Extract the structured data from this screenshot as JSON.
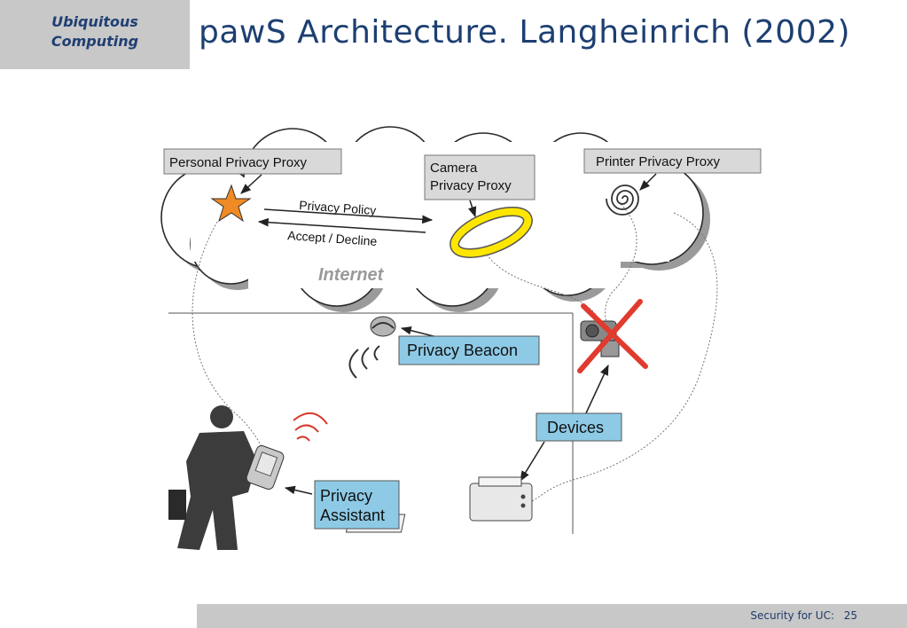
{
  "header": {
    "section_line1": "Ubiquitous",
    "section_line2": "Computing",
    "title": "pawS Architecture. Langheinrich (2002)"
  },
  "diagram": {
    "personal_proxy": "Personal Privacy Proxy",
    "camera_proxy_line1": "Camera",
    "camera_proxy_line2": "Privacy Proxy",
    "printer_proxy": "Printer Privacy Proxy",
    "privacy_policy": "Privacy Policy",
    "accept_decline": "Accept / Decline",
    "internet": "Internet",
    "privacy_beacon": "Privacy Beacon",
    "devices": "Devices",
    "assistant_line1": "Privacy",
    "assistant_line2": "Assistant"
  },
  "footer": {
    "label": "Security for UC:",
    "page": "25"
  },
  "colors": {
    "title": "#1d3f72",
    "gray_box": "#c8c8c8",
    "blue_label": "#8ecae6",
    "star": "#f08a24",
    "halo": "#ffe600",
    "red_x": "#e03b2e"
  }
}
